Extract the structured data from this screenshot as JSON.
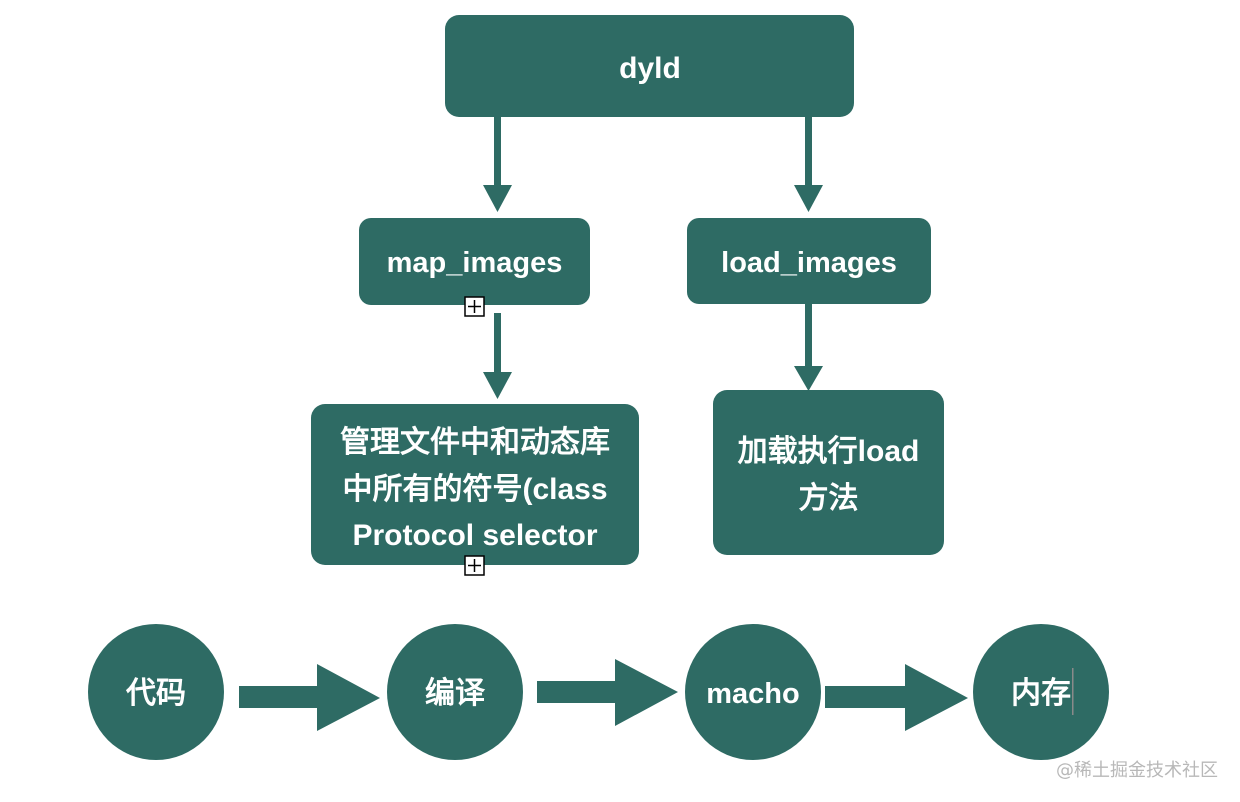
{
  "colors": {
    "node_fill": "#2e6b64",
    "node_text": "#ffffff",
    "arrow": "#2e6b64",
    "background": "#ffffff",
    "marker_border": "#000000"
  },
  "top_flow": {
    "dyld": {
      "label": "dyld"
    },
    "map_images": {
      "label": "map_images"
    },
    "load_images": {
      "label": "load_images"
    },
    "map_desc": {
      "lines": [
        "管理文件中和动态库",
        "中所有的符号(class",
        "Protocol selector"
      ]
    },
    "load_desc": {
      "lines": [
        "加载执行load",
        "方法"
      ]
    }
  },
  "bottom_flow": {
    "nodes": [
      {
        "label": "代码"
      },
      {
        "label": "编译"
      },
      {
        "label": "macho"
      },
      {
        "label": "内存"
      }
    ]
  },
  "expand_marker": {
    "glyph": "+"
  },
  "watermark": {
    "text": "@稀土掘金技术社区"
  }
}
